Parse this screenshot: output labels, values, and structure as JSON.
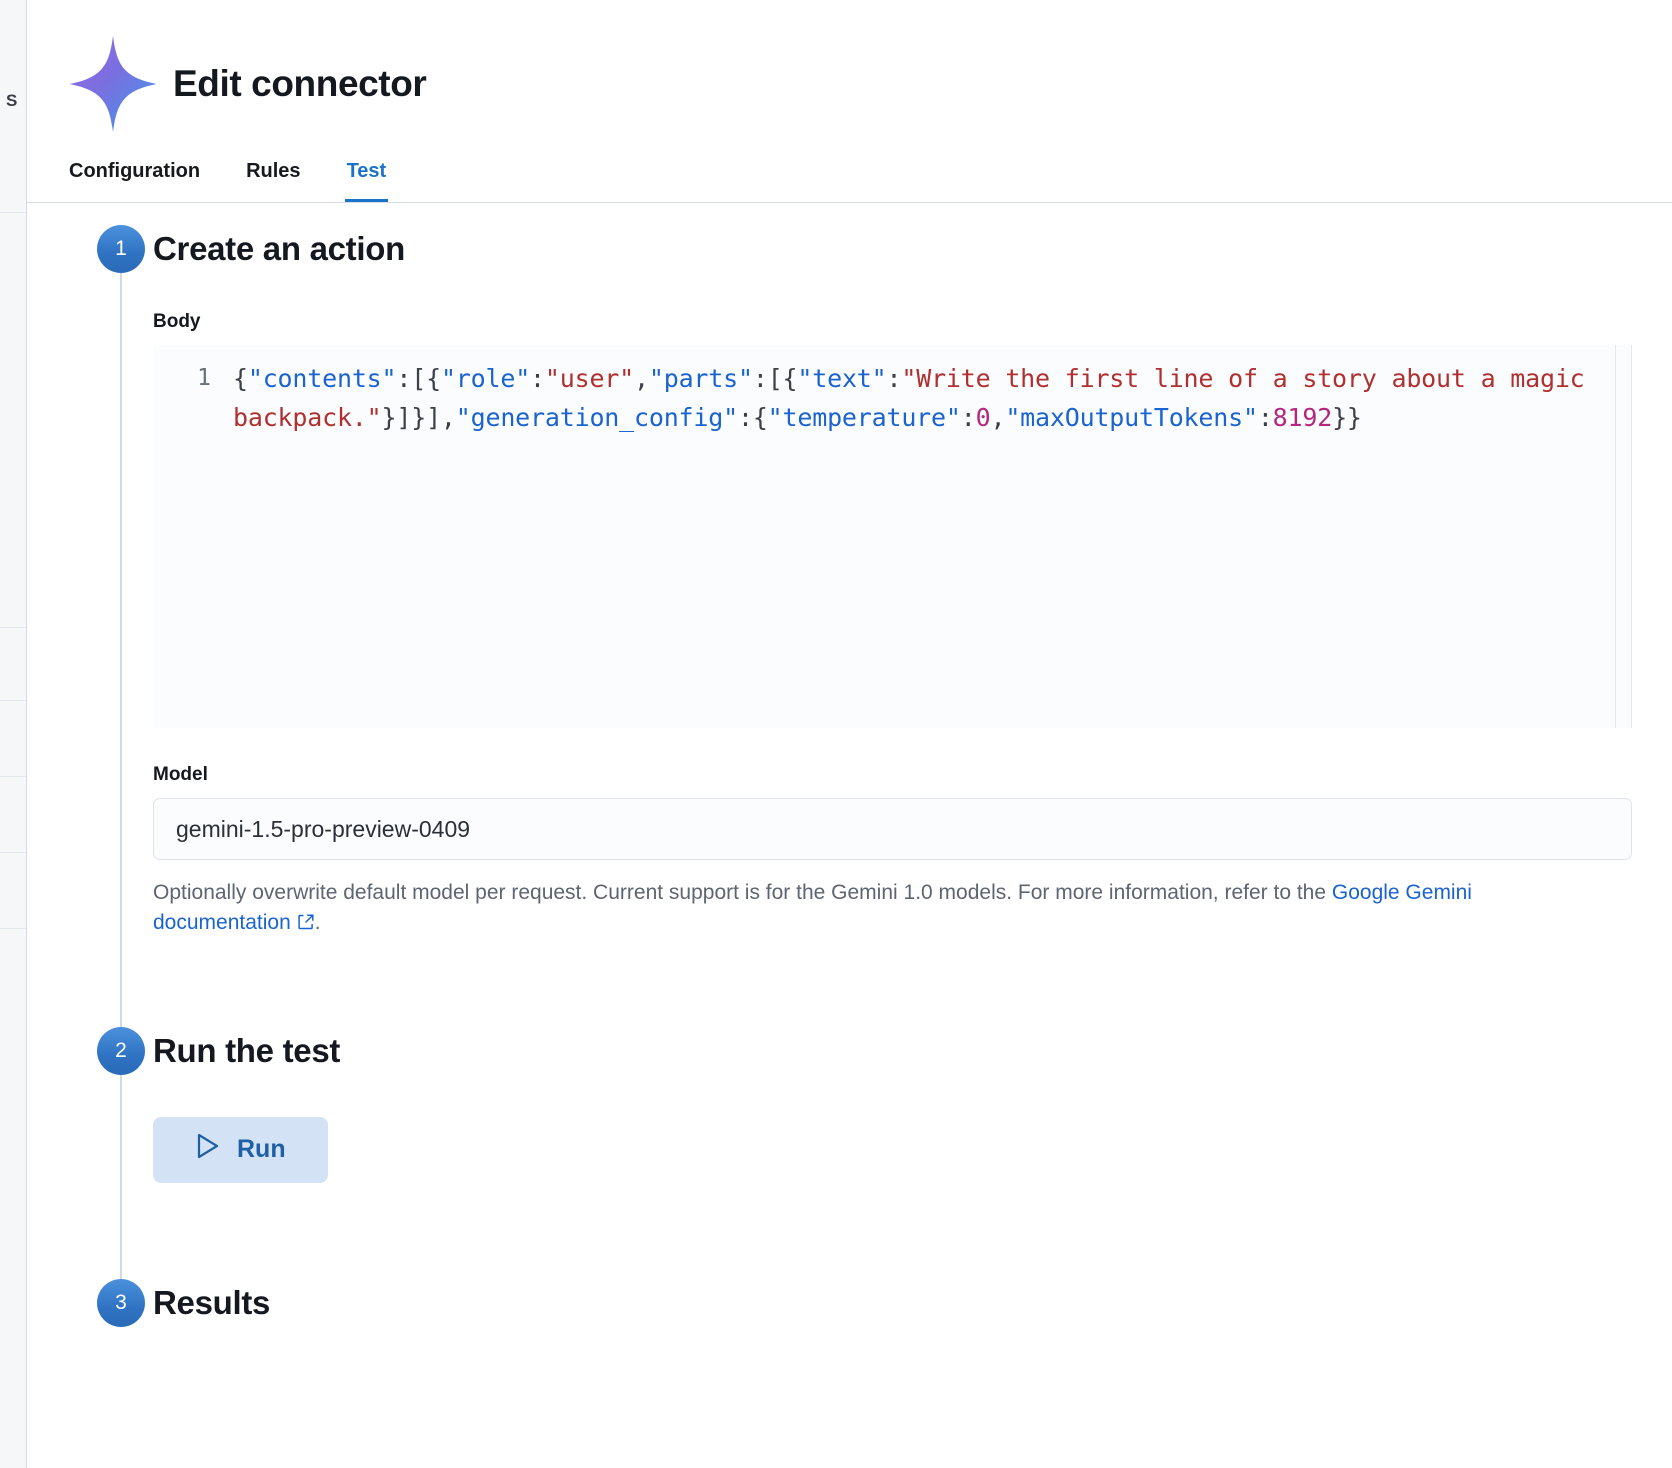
{
  "backdrop": {
    "letter": "S"
  },
  "header": {
    "title": "Edit connector",
    "logo_icon": "gemini-sparkle-icon"
  },
  "tabs": [
    {
      "label": "Configuration",
      "active": false
    },
    {
      "label": "Rules",
      "active": false
    },
    {
      "label": "Test",
      "active": true
    }
  ],
  "steps": [
    {
      "number": "1",
      "title": "Create an action"
    },
    {
      "number": "2",
      "title": "Run the test"
    },
    {
      "number": "3",
      "title": "Results"
    }
  ],
  "body_field": {
    "label": "Body",
    "line_number": "1",
    "code_tokens": [
      {
        "t": "punct",
        "v": "{"
      },
      {
        "t": "key",
        "v": "\"contents\""
      },
      {
        "t": "punct",
        "v": ":[{"
      },
      {
        "t": "key",
        "v": "\"role\""
      },
      {
        "t": "punct",
        "v": ":"
      },
      {
        "t": "str",
        "v": "\"user\""
      },
      {
        "t": "punct",
        "v": ","
      },
      {
        "t": "key",
        "v": "\"parts\""
      },
      {
        "t": "punct",
        "v": ":[{"
      },
      {
        "t": "key",
        "v": "\"text\""
      },
      {
        "t": "punct",
        "v": ":"
      },
      {
        "t": "str",
        "v": "\"Write the first line of a story about a magic backpack.\""
      },
      {
        "t": "punct",
        "v": "}]}],"
      },
      {
        "t": "key",
        "v": "\"generation_config\""
      },
      {
        "t": "punct",
        "v": ":{"
      },
      {
        "t": "key",
        "v": "\"temperature\""
      },
      {
        "t": "punct",
        "v": ":"
      },
      {
        "t": "num",
        "v": "0"
      },
      {
        "t": "punct",
        "v": ","
      },
      {
        "t": "key",
        "v": "\"maxOutputTokens\""
      },
      {
        "t": "punct",
        "v": ":"
      },
      {
        "t": "num",
        "v": "8192"
      },
      {
        "t": "punct",
        "v": "}}"
      }
    ],
    "raw": "{\"contents\":[{\"role\":\"user\",\"parts\":[{\"text\":\"Write the first line of a story about a magic backpack.\"}]}],\"generation_config\":{\"temperature\":0,\"maxOutputTokens\":8192}}"
  },
  "model_field": {
    "label": "Model",
    "value": "gemini-1.5-pro-preview-0409",
    "placeholder": "gemini-1.5-pro-preview-0409",
    "help_before": "Optionally overwrite default model per request. Current support is for the Gemini 1.0 models. For more information, refer to the ",
    "help_link": "Google Gemini documentation",
    "help_after": ".",
    "link_icon": "external-link-icon"
  },
  "run": {
    "label": "Run",
    "icon": "play-icon"
  },
  "colors": {
    "accent": "#1a73c7",
    "step_badge": "#2f73c2",
    "run_bg": "#d3e3f5",
    "run_fg": "#1f5fa6",
    "link": "#1a63d0",
    "code_key": "#1a63d0",
    "code_string": "#b03030",
    "code_number": "#b5277d"
  }
}
